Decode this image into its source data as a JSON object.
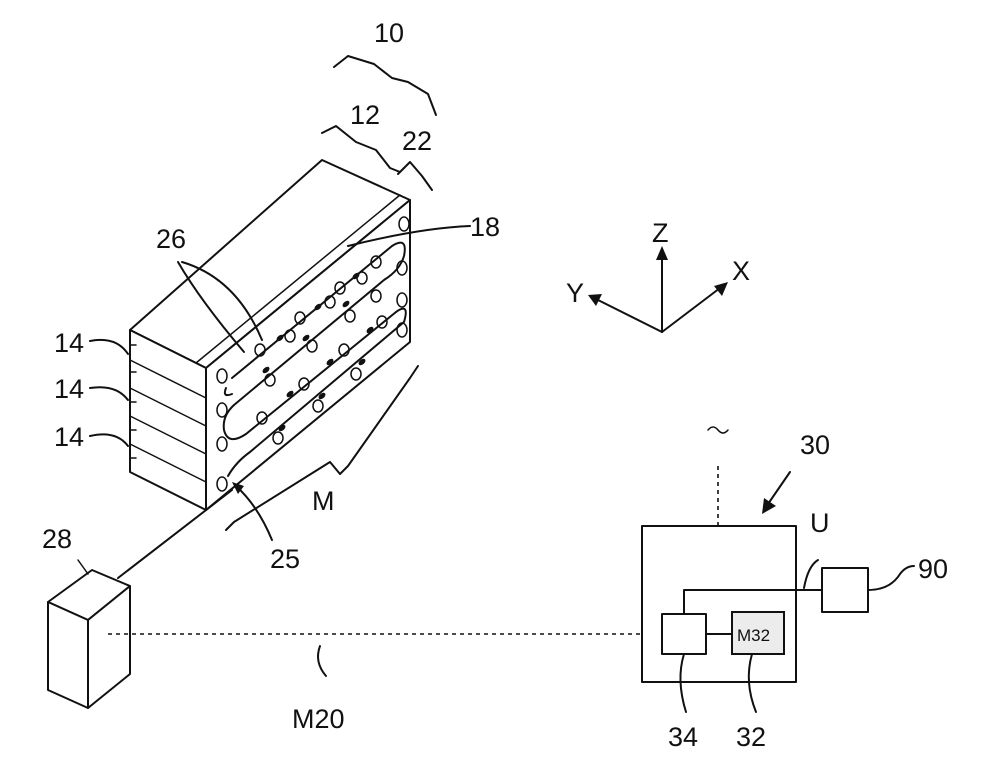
{
  "labels": {
    "l10": "10",
    "l12": "12",
    "l22": "22",
    "l18": "18",
    "l26": "26",
    "l14a": "14",
    "l14b": "14",
    "l14c": "14",
    "l25": "25",
    "lM": "M",
    "l28": "28",
    "lM20": "M20",
    "l30": "30",
    "lU": "U",
    "l90": "90",
    "lM32": "M32",
    "l34": "34",
    "l32": "32",
    "axisZ": "Z",
    "axisX": "X",
    "axisY": "Y"
  },
  "colors": {
    "stroke": "#111111",
    "background": "#ffffff"
  }
}
